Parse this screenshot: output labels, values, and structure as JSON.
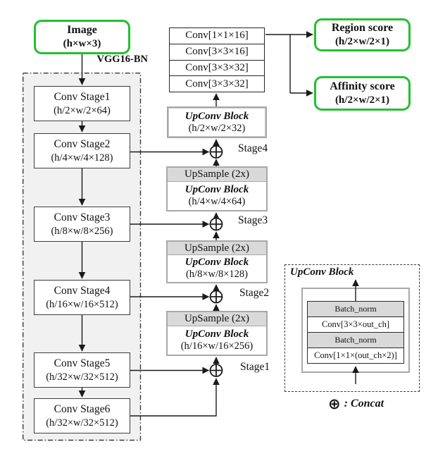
{
  "diagram": {
    "image_box": {
      "title": "Image",
      "dims": "(h×w×3)"
    },
    "backbone_label": "VGG16-BN",
    "encoder_stages": [
      {
        "name": "Conv Stage1",
        "dims": "(h/2×w/2×64)"
      },
      {
        "name": "Conv Stage2",
        "dims": "(h/4×w/4×128)"
      },
      {
        "name": "Conv Stage3",
        "dims": "(h/8×w/8×256)"
      },
      {
        "name": "Conv Stage4",
        "dims": "(h/16×w/16×512)"
      },
      {
        "name": "Conv Stage5",
        "dims": "(h/32×w/32×512)"
      },
      {
        "name": "Conv Stage6",
        "dims": "(h/32×w/32×512)"
      }
    ],
    "head_convs": [
      "Conv[1×1×16]",
      "Conv[3×3×16]",
      "Conv[3×3×32]",
      "Conv[3×3×32]"
    ],
    "top_upconv": {
      "title": "UpConv Block",
      "dims": "(h/2×w/2×32)"
    },
    "decoder_blocks": [
      {
        "upsample": "UpSample (2x)",
        "title": "UpConv Block",
        "dims": "(h/4×w/4×64)"
      },
      {
        "upsample": "UpSample (2x)",
        "title": "UpConv Block",
        "dims": "(h/8×w/8×128)"
      },
      {
        "upsample": "UpSample (2x)",
        "title": "UpConv Block",
        "dims": "(h/16×w/16×256)"
      }
    ],
    "skip_labels": [
      "Stage4",
      "Stage3",
      "Stage2",
      "Stage1"
    ],
    "outputs": [
      {
        "name": "Region score",
        "dims": "(h/2×w/2×1)"
      },
      {
        "name": "Affinity score",
        "dims": "(h/2×w/2×1)"
      }
    ],
    "legend": {
      "title": "UpConv Block",
      "rows": [
        {
          "label": "Batch_norm"
        },
        {
          "label": "Conv[3×3×out_ch]"
        },
        {
          "label": "Batch_norm"
        },
        {
          "label": "Conv[1×1×(out_ch×2)]"
        }
      ],
      "concat_symbol": "⊕",
      "concat_note": ": Concat"
    },
    "colors": {
      "accent_green": "#22c12f",
      "shade_gray": "#d9d9d9",
      "panel_gray": "#f1f1f1"
    }
  }
}
